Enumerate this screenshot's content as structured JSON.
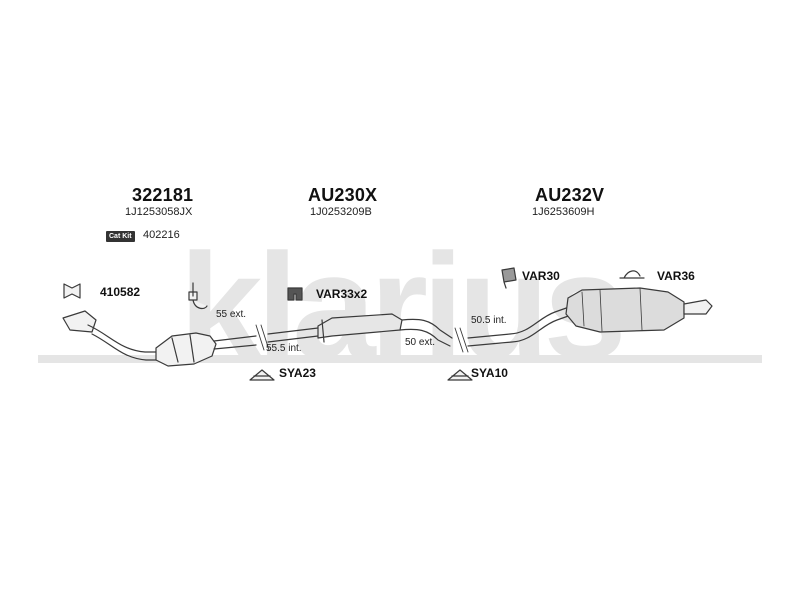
{
  "watermark": {
    "text": "klarius",
    "color": "#e5e5e5"
  },
  "sections": [
    {
      "code": "322181",
      "oe": "1J1253058JX"
    },
    {
      "code": "AU230X",
      "oe": "1J0253209B"
    },
    {
      "code": "AU232V",
      "oe": "1J6253609H"
    }
  ],
  "cat_kit": {
    "badge": "Cat Kit",
    "number": "402216"
  },
  "parts": {
    "gasket": "410582",
    "clamp_var33": "VAR33x2",
    "rubber_var30": "VAR30",
    "hanger_var36": "VAR36",
    "mount_sya23": "SYA23",
    "mount_sya10": "SYA10"
  },
  "dimensions": {
    "front_ext": "55 ext.",
    "front_int": "55.5 int.",
    "rear_int": "50.5 int.",
    "rear_ext": "50 ext."
  },
  "colors": {
    "line": "#3a3a3a",
    "fill_light": "#f2f2f2",
    "fill_mid": "#d9d9d9"
  }
}
